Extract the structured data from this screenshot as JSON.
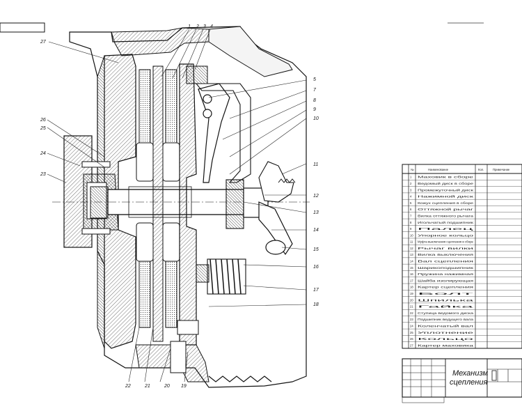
{
  "drawing": {
    "title_line1": "Механизм",
    "title_line2": "сцепления",
    "callouts": [
      {
        "id": "c1",
        "text": "1"
      },
      {
        "id": "c2",
        "text": "2"
      },
      {
        "id": "c3",
        "text": "3"
      },
      {
        "id": "c4",
        "text": "4"
      },
      {
        "id": "c5",
        "text": "5"
      },
      {
        "id": "c7",
        "text": "7"
      },
      {
        "id": "c8",
        "text": "8"
      },
      {
        "id": "c9",
        "text": "9"
      },
      {
        "id": "c10",
        "text": "10"
      },
      {
        "id": "c11",
        "text": "11"
      },
      {
        "id": "c12",
        "text": "12"
      },
      {
        "id": "c13",
        "text": "13"
      },
      {
        "id": "c14",
        "text": "14"
      },
      {
        "id": "c15",
        "text": "15"
      },
      {
        "id": "c16",
        "text": "16"
      },
      {
        "id": "c17",
        "text": "17"
      },
      {
        "id": "c18",
        "text": "18"
      },
      {
        "id": "c19",
        "text": "19"
      },
      {
        "id": "c20",
        "text": "20"
      },
      {
        "id": "c21",
        "text": "21"
      },
      {
        "id": "c22",
        "text": "22"
      },
      {
        "id": "c23",
        "text": "23"
      },
      {
        "id": "c24",
        "text": "24"
      },
      {
        "id": "c25",
        "text": "25"
      },
      {
        "id": "c26",
        "text": "26"
      },
      {
        "id": "c27",
        "text": "27"
      }
    ]
  },
  "parts_list": {
    "headers": [
      "№",
      "Наименование",
      "Кол.",
      "Примечание"
    ],
    "rows": [
      {
        "n": "1",
        "name": "Маховик в сборе"
      },
      {
        "n": "2",
        "name": "Ведомый диск в сборе"
      },
      {
        "n": "3",
        "name": "Промежуточный диск"
      },
      {
        "n": "4",
        "name": "Нажимной диск"
      },
      {
        "n": "5",
        "name": "Кожух сцепления в сборе"
      },
      {
        "n": "6",
        "name": "Оттяжной рычаг"
      },
      {
        "n": "7",
        "name": "Вилка оттяжного рычага"
      },
      {
        "n": "8",
        "name": "Игольчатый подшипник"
      },
      {
        "n": "9",
        "name": "Палец"
      },
      {
        "n": "10",
        "name": "Упорное кольцо"
      },
      {
        "n": "11",
        "name": "Муфта выключения сцепления в сборе"
      },
      {
        "n": "12",
        "name": "Рычаг вилки"
      },
      {
        "n": "13",
        "name": "Вилка выключения"
      },
      {
        "n": "14",
        "name": "Вал сцепления"
      },
      {
        "n": "15",
        "name": "Шарикоподшипник"
      },
      {
        "n": "16",
        "name": "Пружина нажимная"
      },
      {
        "n": "17",
        "name": "Шайба изолирующая"
      },
      {
        "n": "18",
        "name": "Картер сцепления"
      },
      {
        "n": "19",
        "name": "Болт"
      },
      {
        "n": "20",
        "name": "Шпилька"
      },
      {
        "n": "21",
        "name": "Гайка"
      },
      {
        "n": "22",
        "name": "Ступица ведомого диска"
      },
      {
        "n": "23",
        "name": "Подшипник ведущего вала"
      },
      {
        "n": "24",
        "name": "Коленчатый вал"
      },
      {
        "n": "25",
        "name": "Уплотнение"
      },
      {
        "n": "26",
        "name": "Кольцо"
      },
      {
        "n": "27",
        "name": "Картер маховика"
      }
    ]
  }
}
